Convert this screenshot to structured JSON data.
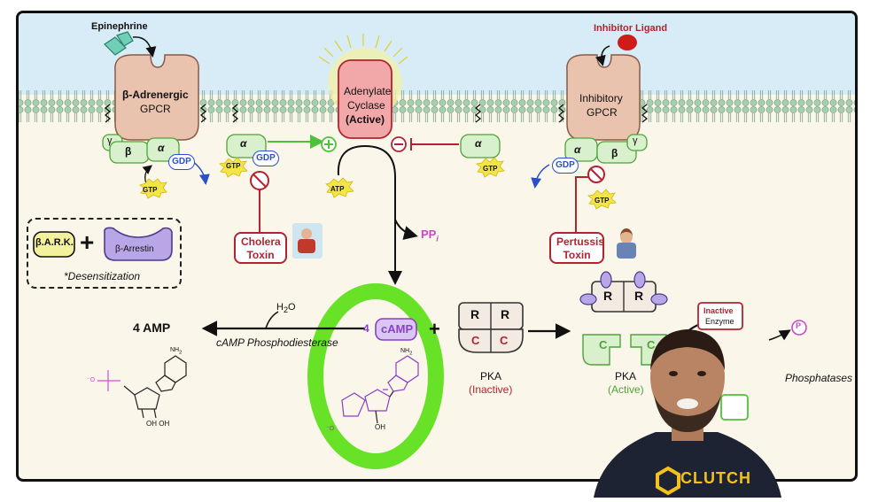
{
  "labels": {
    "epinephrine": "Epinephrine",
    "inhibitor_ligand": "Inhibitor Ligand",
    "b_adrenergic_1": "β-Adrenergic",
    "b_adrenergic_2": "GPCR",
    "adenylate_1": "Adenylate",
    "adenylate_2": "Cyclase",
    "adenylate_3": "(Active)",
    "inhibitory_1": "Inhibitory",
    "inhibitory_2": "GPCR",
    "gamma": "γ",
    "beta": "β",
    "alpha": "α",
    "gdp": "GDP",
    "gtp": "GTP",
    "atp": "ATP",
    "ppi": "PP",
    "ppi_sub": "i",
    "cholera_1": "Cholera",
    "cholera_2": "Toxin",
    "pertussis_1": "Pertussis",
    "pertussis_2": "Toxin",
    "bark": "β.A.R.K.",
    "plus": "+",
    "arrestin": "β-Arrestin",
    "desensitization": "*Desensitization",
    "four_amp": "4 AMP",
    "h2o": "H",
    "h2o_sub": "2",
    "h2o_end": "O",
    "phosphodiesterase": "cAMP Phosphodiesterase",
    "camp_num": "4",
    "camp": "cAMP",
    "pka_inactive_1": "PKA",
    "pka_inactive_2": "(Inactive)",
    "pka_active_1": "PKA",
    "pka_active_2": "(Active)",
    "r": "R",
    "c": "C",
    "inactive_enzyme_1": "Inactive",
    "inactive_enzyme_2": "Enzyme",
    "phosphatases": "Phosphatases",
    "p_circle": "P",
    "nh2": "NH",
    "nh2_sub": "2",
    "oh_oh": "OH OH",
    "oh": "OH",
    "o_minus": "⁻O",
    "shirt_logo": "CLUTCH"
  },
  "colors": {
    "green_highlight": "#5fe01c",
    "receptor": "#e9c3ad",
    "g_protein": "#d8f1cc",
    "g_protein_border": "#4fa23a",
    "gdp_blue": "#2a4fc9",
    "toxin_red": "#b3232f",
    "camp_purple": "#8a3fc8",
    "membrane": "#9fc7a9",
    "sky": "#d7ecf6",
    "cytoplasm": "#fbf6ea",
    "glow": "#f2e54a"
  }
}
